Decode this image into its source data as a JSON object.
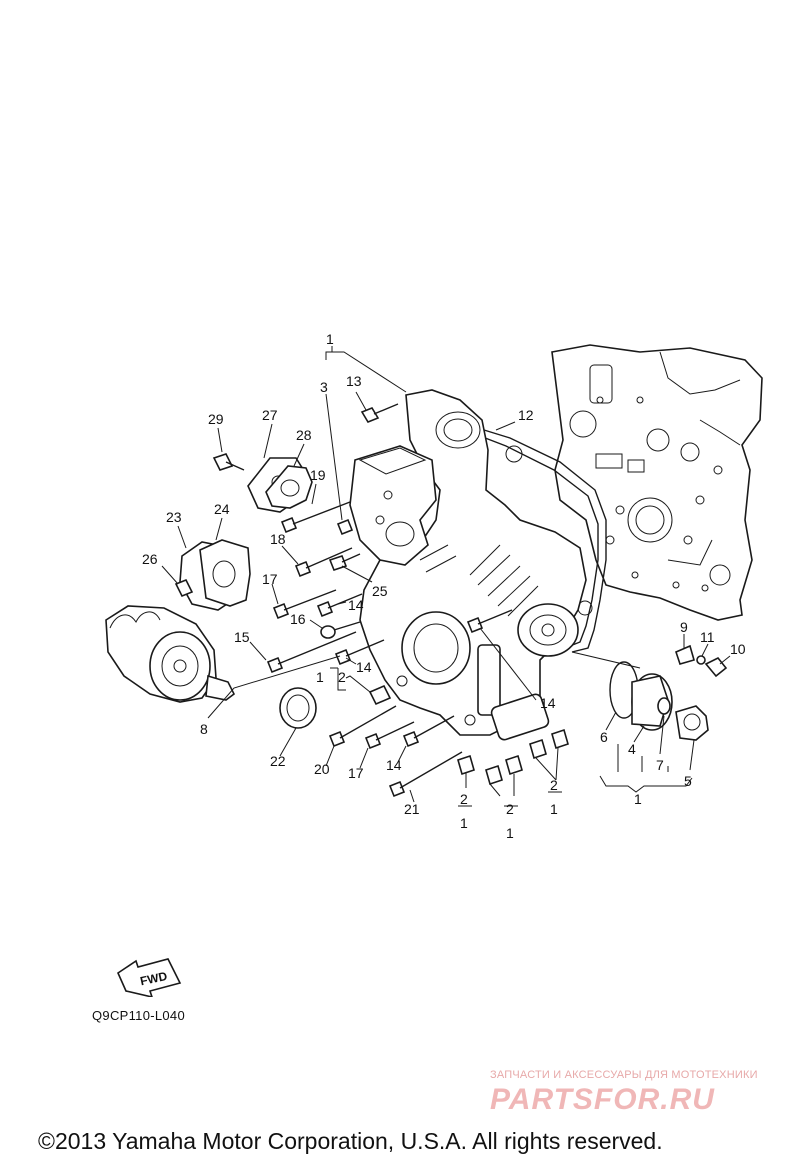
{
  "diagram": {
    "drawing_code": "Q9CP110-L040",
    "fwd_label": "FWD",
    "copyright": "©2013 Yamaha Motor Corporation, U.S.A. All rights reserved.",
    "watermark": {
      "tagline": "ЗАПЧАСТИ И АКСЕССУАРЫ ДЛЯ МОТОТЕХНИКИ",
      "logo": "PARTSFOR.RU"
    },
    "callouts": {
      "c1_top": "1",
      "c3": "3",
      "c13": "13",
      "c12": "12",
      "c29": "29",
      "c27": "27",
      "c28": "28",
      "c19": "19",
      "c23": "23",
      "c24": "24",
      "c26": "26",
      "c18": "18",
      "c25": "25",
      "c17_a": "17",
      "c14_a": "14",
      "c16": "16",
      "c15": "15",
      "c14_b": "14",
      "c1_2_left": "1",
      "c2_left": "2",
      "c14_c": "14",
      "c8": "8",
      "c22": "22",
      "c20": "20",
      "c17_b": "17",
      "c14_d": "14",
      "c21": "21",
      "c2_a": "2",
      "c1_a": "1",
      "c2_b": "2",
      "c1_b": "1",
      "c2_c": "2",
      "c1_c": "1",
      "c9": "9",
      "c11": "11",
      "c10": "10",
      "c6": "6",
      "c4": "4",
      "c7": "7",
      "c5": "5",
      "c1_bottom": "1"
    }
  }
}
